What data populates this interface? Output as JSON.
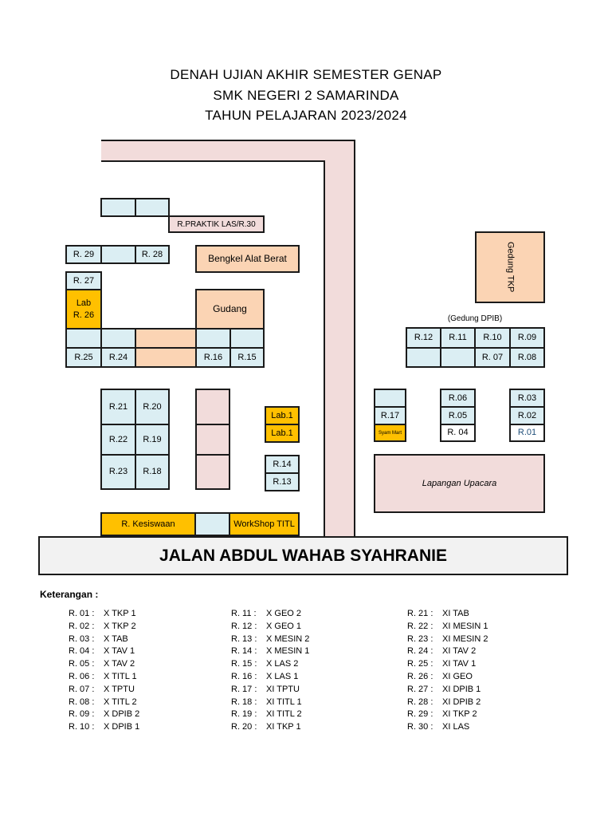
{
  "title_lines": [
    "DENAH  UJIAN AKHIR SEMESTER GENAP",
    "SMK NEGERI 2 SAMARINDA",
    "TAHUN PELAJARAN 2023/2024"
  ],
  "rooms": {
    "praktik_las": "R.PRAKTIK LAS/R.30",
    "r29": "R. 29",
    "r28": "R. 28",
    "bengkel": "Bengkel Alat Berat",
    "r27": "R. 27",
    "lab26": "Lab\nR. 26",
    "gudang": "Gudang",
    "r25": "R.25",
    "r24": "R.24",
    "r16": "R.16",
    "r15": "R.15",
    "r21": "R.21",
    "r20": "R.20",
    "r22": "R.22",
    "r19": "R.19",
    "r23": "R.23",
    "r18": "R.18",
    "lab1a": "Lab.1",
    "lab1b": "Lab.1",
    "r14": "R.14",
    "r13": "R.13",
    "kesiswaan": "R. Kesiswaan",
    "workshop": "WorkShop TITL",
    "gedung_tkp": "Gedung TKP",
    "gedung_dpib": "(Gedung DPIB)",
    "r12": "R.12",
    "r11": "R.11",
    "r10": "R.10",
    "r09": "R.09",
    "r07": "R. 07",
    "r08": "R.08",
    "r17": "R.17",
    "syam_mart": "Syam Mart",
    "r06": "R.06",
    "r05": "R.05",
    "r04": "R. 04",
    "r03": "R.03",
    "r02": "R.02",
    "r01": "R.01",
    "lapangan": "Lapangan Upacara"
  },
  "street": "JALAN ABDUL WAHAB SYAHRANIE",
  "legend": {
    "title": "Keterangan :",
    "columns": [
      [
        {
          "code": "R. 01 :",
          "cls": "X TKP 1"
        },
        {
          "code": "R. 02 :",
          "cls": "X TKP 2"
        },
        {
          "code": "R. 03 :",
          "cls": "X TAB"
        },
        {
          "code": "R. 04 :",
          "cls": "X TAV 1"
        },
        {
          "code": "R. 05 :",
          "cls": "X TAV 2"
        },
        {
          "code": "R. 06 :",
          "cls": "X TITL 1"
        },
        {
          "code": "R. 07 :",
          "cls": "X TPTU"
        },
        {
          "code": "R. 08 :",
          "cls": "X TITL 2"
        },
        {
          "code": "R. 09 :",
          "cls": "X DPIB 2"
        },
        {
          "code": "R. 10 :",
          "cls": "X DPIB 1"
        }
      ],
      [
        {
          "code": "R. 11 :",
          "cls": "X GEO 2"
        },
        {
          "code": "R. 12 :",
          "cls": "X GEO 1"
        },
        {
          "code": "R. 13 :",
          "cls": "X MESIN 2"
        },
        {
          "code": "R. 14 :",
          "cls": "X MESIN 1"
        },
        {
          "code": "R. 15 :",
          "cls": "X LAS 2"
        },
        {
          "code": "R. 16 :",
          "cls": "X LAS 1"
        },
        {
          "code": "R. 17 :",
          "cls": "XI TPTU"
        },
        {
          "code": "R. 18 :",
          "cls": "XI TITL 1"
        },
        {
          "code": "R. 19 :",
          "cls": "XI TITL 2"
        },
        {
          "code": "R. 20 :",
          "cls": "XI TKP 1"
        }
      ],
      [
        {
          "code": "R. 21 :",
          "cls": "XI TAB"
        },
        {
          "code": "R. 22 :",
          "cls": "XI MESIN 1"
        },
        {
          "code": "R. 23 :",
          "cls": "XI MESIN 2"
        },
        {
          "code": "R. 24 :",
          "cls": "XI TAV 2"
        },
        {
          "code": "R. 25 :",
          "cls": "XI TAV 1"
        },
        {
          "code": "R. 26 :",
          "cls": "XI GEO"
        },
        {
          "code": "R. 27 :",
          "cls": "XI DPIB 1"
        },
        {
          "code": "R. 28 :",
          "cls": "XI DPIB 2"
        },
        {
          "code": "R. 29 :",
          "cls": "XI TKP 2"
        },
        {
          "code": "R. 30 :",
          "cls": "XI LAS"
        }
      ]
    ]
  }
}
